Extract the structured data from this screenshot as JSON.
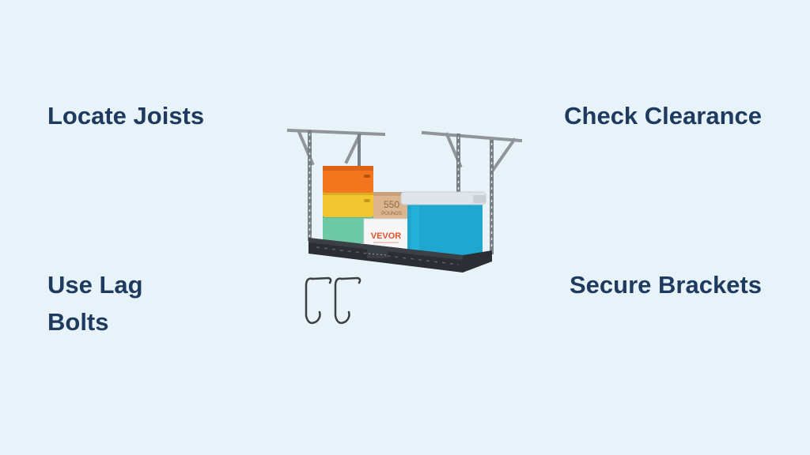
{
  "tips": {
    "top_left": "Locate Joists",
    "top_right": "Check Clearance",
    "bottom_left": "Use Lag Bolts",
    "bottom_right": "Secure Brackets"
  },
  "product_image": {
    "box_weight_number": "550",
    "box_weight_unit": "POUNDS",
    "brand_label": "VEVOR",
    "colors": {
      "background": "#e8f3f9",
      "heading_text": "#1e3a5f",
      "rack_frame": "#6f757c",
      "rack_platform": "#2b2f34",
      "bin_orange": "#f3751d",
      "bin_yellow": "#f2c532",
      "bin_green": "#6dc9a6",
      "bin_blue": "#1fa7cf",
      "brand_orange": "#e8512a"
    }
  }
}
